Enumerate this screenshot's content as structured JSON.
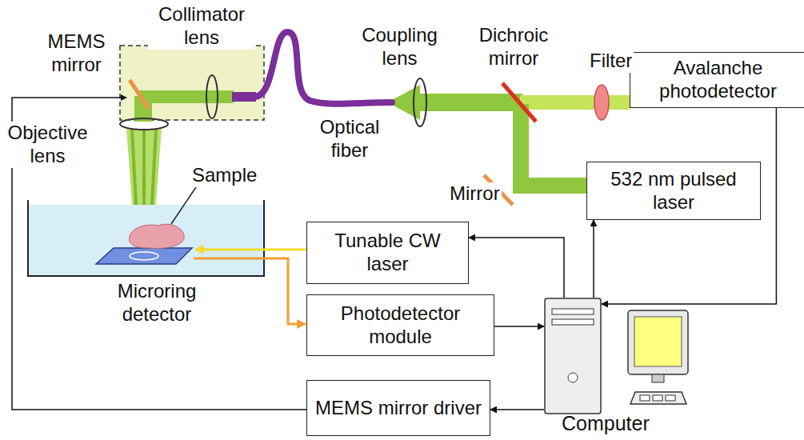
{
  "diagram": {
    "nodes": [
      {
        "text": [
          "Avalanche photodetector"
        ]
      },
      {
        "text": [
          "532 nm pulsed laser"
        ]
      },
      {
        "text": [
          "Tunable CW laser"
        ]
      },
      {
        "text": [
          "Photodetector module"
        ]
      },
      {
        "text": [
          "MEMS mirror driver"
        ]
      },
      {
        "text": [
          "Computer"
        ]
      }
    ],
    "edges": [
      {
        "from": 0,
        "to": 5,
        "arrow": "to"
      },
      {
        "from": 5,
        "to": 1,
        "arrow": "to"
      },
      {
        "from": 5,
        "to": 2,
        "arrow": "to"
      },
      {
        "from": 3,
        "to": 5,
        "arrow": "to"
      },
      {
        "from": 5,
        "to": 4,
        "arrow": "to"
      }
    ],
    "labels": [
      "MEMS mirror",
      "Collimator lens",
      "Optical fiber",
      "Coupling lens",
      "Dichroic mirror",
      "Filter",
      "Objective lens",
      "Sample",
      "Mirror",
      "Microring detector"
    ]
  }
}
